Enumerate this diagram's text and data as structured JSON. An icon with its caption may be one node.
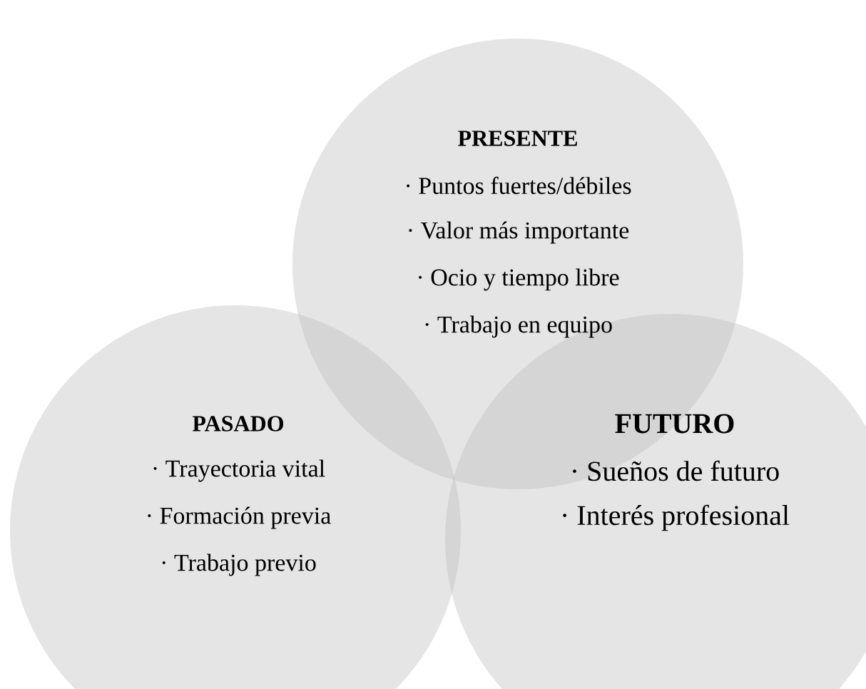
{
  "diagram": {
    "nodes": [
      {
        "text": [
          "PRESENTE",
          "· Puntos fuertes/débiles",
          "· Valor más importante",
          "· Ocio y tiempo libre",
          "· Trabajo en equipo"
        ]
      },
      {
        "text": [
          "PASADO",
          "· Trayectoria vital",
          "· Formación previa",
          "· Trabajo previo"
        ]
      },
      {
        "text": [
          "FUTURO",
          "· Sueños de futuro",
          "· Interés profesional"
        ]
      }
    ]
  }
}
